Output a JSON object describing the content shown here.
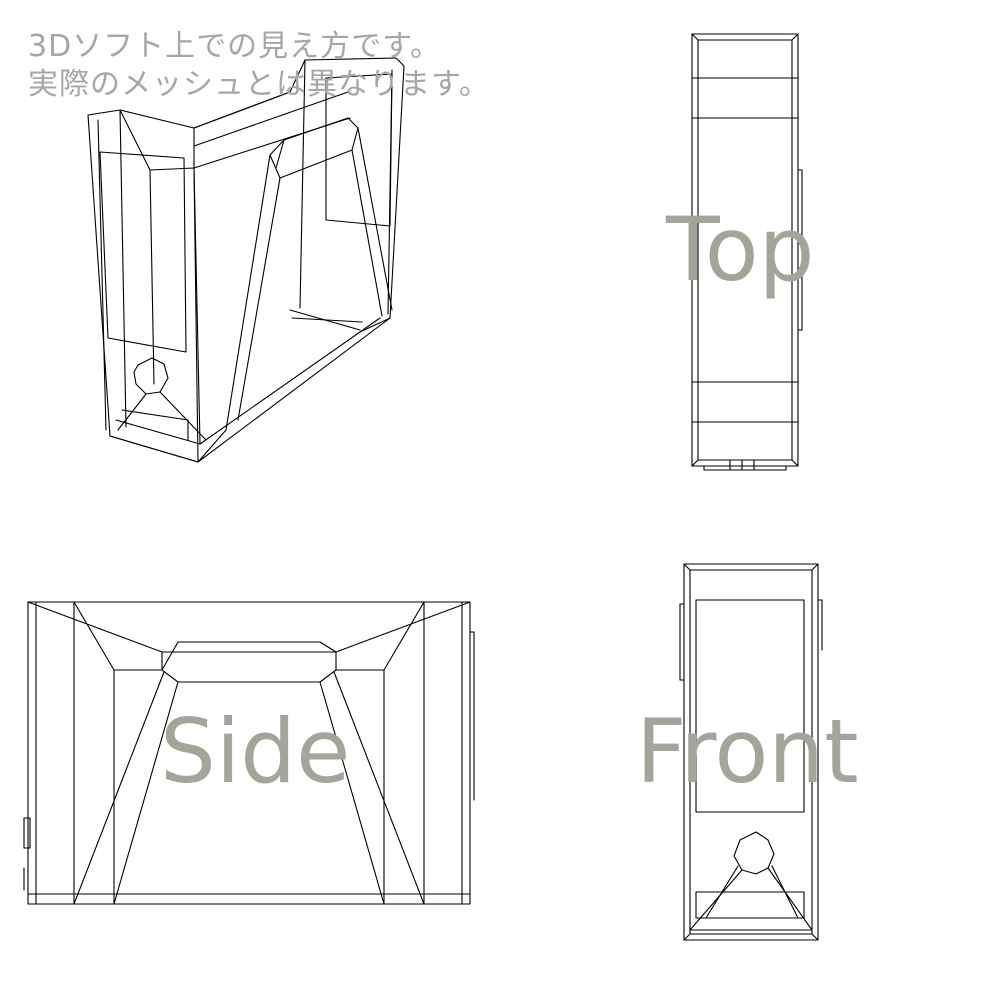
{
  "note": {
    "line1": "3Dソフト上での見え方です。",
    "line2": "実際のメッシュとは異なります。"
  },
  "views": {
    "top": "Top",
    "side": "Side",
    "front": "Front"
  }
}
